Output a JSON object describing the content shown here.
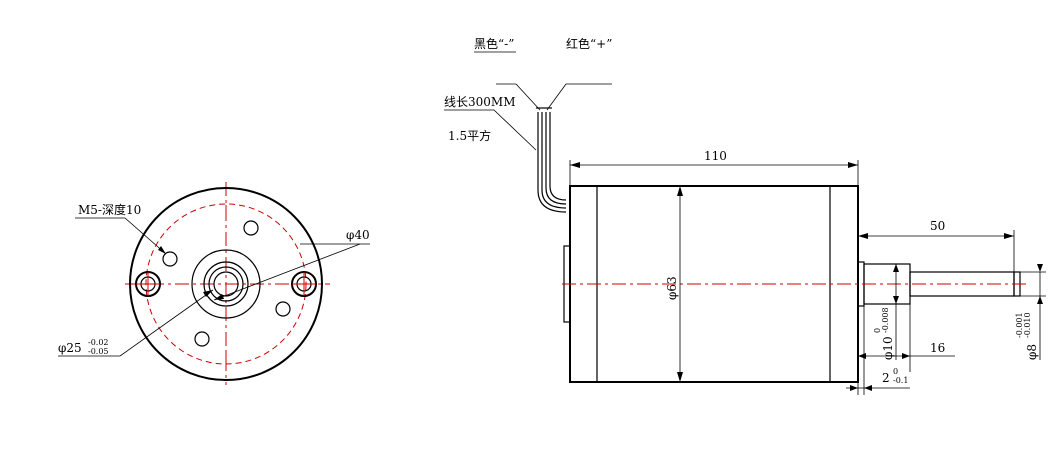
{
  "labels": {
    "black_wire": "黑色“-”",
    "red_wire": "红色“+”",
    "wire_length": "线长300MM",
    "wire_gauge": "1.5平方",
    "thread_hole": "M5-深度10",
    "bolt_circle": "φ40",
    "pilot_dia": "φ25",
    "pilot_tol_upper": "-0.02",
    "pilot_tol_lower": "-0.05",
    "body_length": "110",
    "body_dia": "φ63",
    "shaft_length": "50",
    "pilot_len": "16",
    "shoulder_dia": "φ10",
    "shoulder_tol_upper": "0",
    "shoulder_tol_lower": "-0.008",
    "shaft_dia": "φ8",
    "shaft_tol_upper": "-0.001",
    "shaft_tol_lower": "-0.010",
    "step": "2",
    "step_tol_upper": "0",
    "step_tol_lower": "-0.1"
  }
}
